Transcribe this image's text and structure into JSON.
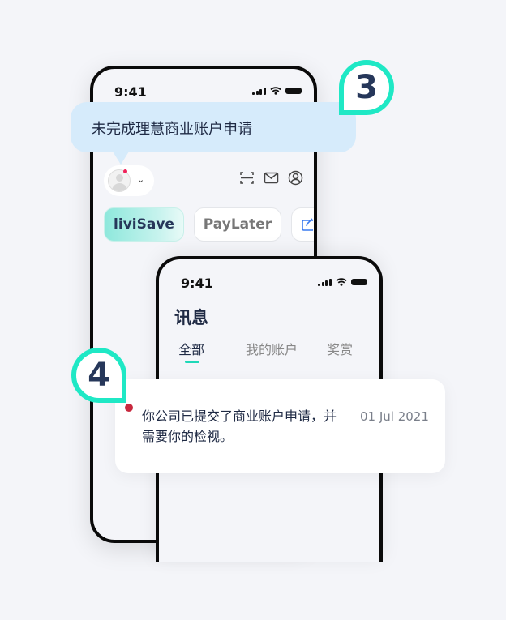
{
  "colors": {
    "accent": "#1fe8c5",
    "bubble": "#d6ebfb",
    "badge_text": "#26375a",
    "unread_dot": "#c8283e"
  },
  "phone1": {
    "status_time": "9:41",
    "callout": {
      "step": "3",
      "text": "未完成理慧商业账户申请"
    },
    "header_icons": [
      "scan-icon",
      "mail-icon",
      "profile-icon"
    ],
    "chips": [
      {
        "label": "liviSave"
      },
      {
        "label": "PayLater"
      },
      {
        "icon": "edit-icon"
      }
    ]
  },
  "phone2": {
    "status_time": "9:41",
    "title": "讯息",
    "tabs": [
      {
        "label": "全部",
        "active": true
      },
      {
        "label": "我的账户"
      },
      {
        "label": "奖赏"
      }
    ]
  },
  "message_card": {
    "step": "4",
    "text": "你公司已提交了商业账户申请，并需要你的检视。",
    "date": "01 Jul 2021"
  }
}
